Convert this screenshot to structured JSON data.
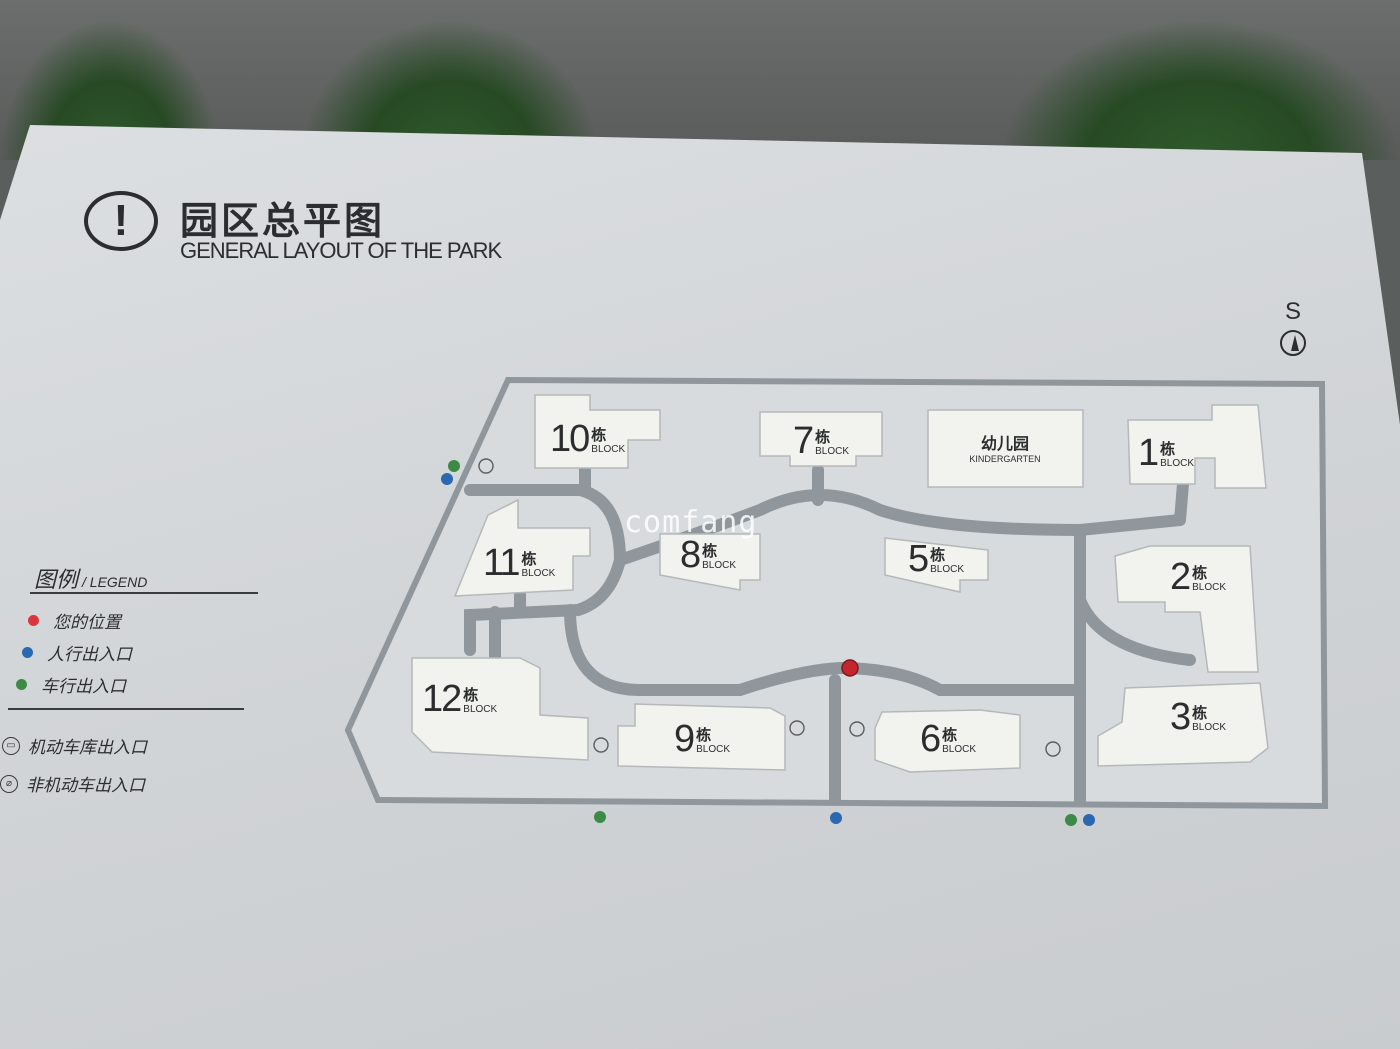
{
  "title": {
    "icon_glyph": "!",
    "cn": "园区总平图",
    "en": "GENERAL LAYOUT OF THE PARK"
  },
  "compass": {
    "direction": "S",
    "icon": "north-arrow-icon"
  },
  "legend": {
    "title_cn": "图例",
    "title_en": "/ LEGEND",
    "items": [
      {
        "label": "您的位置",
        "color": "#d9363e",
        "icon": "red-dot"
      },
      {
        "label": "人行出入口",
        "color": "#2a68b0",
        "icon": "blue-dot"
      },
      {
        "label": "车行出入口",
        "color": "#3d8a48",
        "icon": "green-dot"
      },
      {
        "label": "机动车库出入口",
        "icon": "car-icon"
      },
      {
        "label": "非机动车出入口",
        "icon": "bicycle-icon"
      }
    ]
  },
  "blocks": [
    {
      "number": "10",
      "cn": "栋",
      "en": "BLOCK"
    },
    {
      "number": "7",
      "cn": "栋",
      "en": "BLOCK"
    },
    {
      "number": "1",
      "cn": "栋",
      "en": "BLOCK"
    },
    {
      "number": "11",
      "cn": "栋",
      "en": "BLOCK"
    },
    {
      "number": "8",
      "cn": "栋",
      "en": "BLOCK"
    },
    {
      "number": "5",
      "cn": "栋",
      "en": "BLOCK"
    },
    {
      "number": "2",
      "cn": "栋",
      "en": "BLOCK"
    },
    {
      "number": "12",
      "cn": "栋",
      "en": "BLOCK"
    },
    {
      "number": "9",
      "cn": "栋",
      "en": "BLOCK"
    },
    {
      "number": "6",
      "cn": "栋",
      "en": "BLOCK"
    },
    {
      "number": "3",
      "cn": "栋",
      "en": "BLOCK"
    }
  ],
  "kindergarten": {
    "cn": "幼儿园",
    "en": "KINDERGARTEN"
  },
  "watermark": "comfang",
  "colors": {
    "road": "#8f979d",
    "board": "#d4d7d9",
    "building": "#f2f2ef",
    "ink": "#2b2d2f"
  }
}
